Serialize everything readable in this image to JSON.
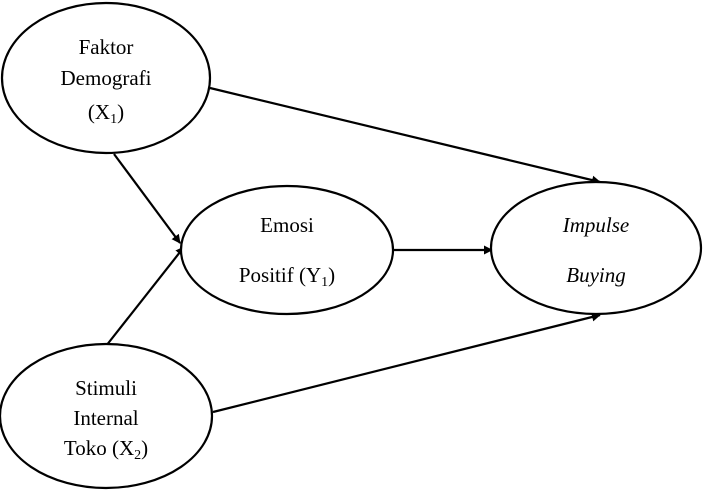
{
  "nodes": {
    "x1": {
      "line1": "Faktor",
      "line2": "Demografi",
      "line3_prefix": "(X",
      "line3_sub": "1",
      "line3_suffix": ")"
    },
    "y1": {
      "line1": "Emosi",
      "line2_prefix": "Positif (Y",
      "line2_sub": "1",
      "line2_suffix": ")"
    },
    "z": {
      "line1": "Impulse",
      "line2": "Buying"
    },
    "x2": {
      "line1": "Stimuli",
      "line2": "Internal",
      "line3_prefix": "Toko (X",
      "line3_sub": "2",
      "line3_suffix": ")"
    }
  },
  "edges": [
    {
      "from": "x1",
      "to": "impulse-buying"
    },
    {
      "from": "x1",
      "to": "emosi-positif"
    },
    {
      "from": "x2",
      "to": "emosi-positif"
    },
    {
      "from": "emosi-positif",
      "to": "impulse-buying"
    },
    {
      "from": "x2",
      "to": "impulse-buying"
    }
  ],
  "colors": {
    "stroke": "#000000",
    "background": "#ffffff"
  }
}
